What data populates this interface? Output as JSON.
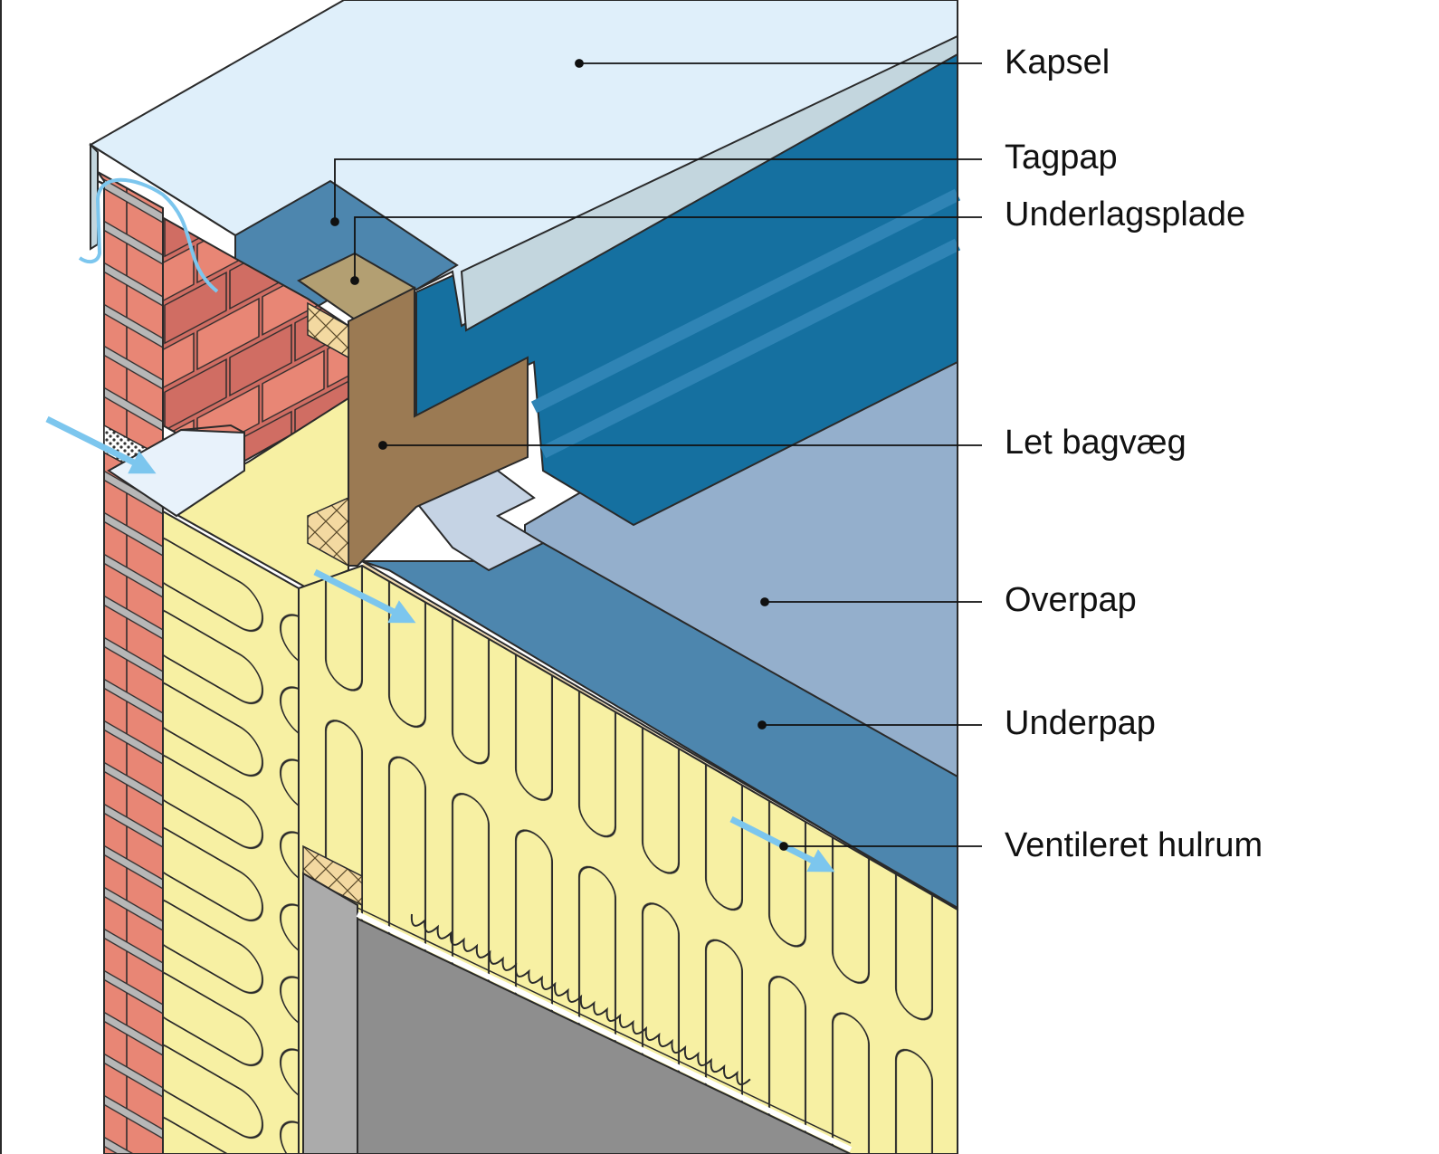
{
  "labels": {
    "kapsel": "Kapsel",
    "tagpap": "Tagpap",
    "underlagsplade": "Underlagsplade",
    "let_bagvaeg": "Let bagvæg",
    "overpap": "Overpap",
    "underpap": "Underpap",
    "ventileret_hulrum": "Ventileret hulrum"
  },
  "colors": {
    "cap_top": "#dfeffa",
    "cap_front": "#c3d6de",
    "roofing_dark": "#1570a0",
    "roofing_mid": "#4d86ae",
    "top_layer": "#94afcc",
    "timber": "#9b7a53",
    "timber_light": "#b39f72",
    "insulation": "#f7f0a3",
    "brick": "#e88675",
    "brick_dark": "#d06d63",
    "mortar": "#b7b7b7",
    "wall_grey": "#8e8e8e",
    "airflow_arrow": "#7cc6ee"
  }
}
